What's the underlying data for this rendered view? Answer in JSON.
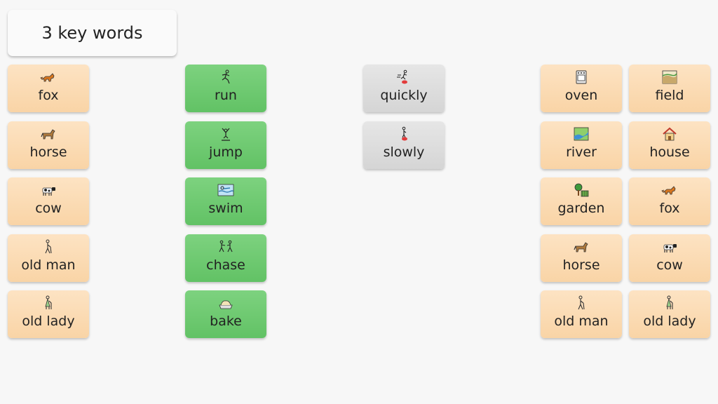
{
  "title": "3 key words",
  "colors": {
    "noun": "#f9d9b0",
    "verb": "#6cc56f",
    "adverb": "#dcdcdc"
  },
  "columns": {
    "who": [
      {
        "label": "fox",
        "icon": "fox-icon"
      },
      {
        "label": "horse",
        "icon": "horse-icon"
      },
      {
        "label": "cow",
        "icon": "cow-icon"
      },
      {
        "label": "old man",
        "icon": "old-man-icon"
      },
      {
        "label": "old lady",
        "icon": "old-lady-icon"
      }
    ],
    "action": [
      {
        "label": "run",
        "icon": "run-icon"
      },
      {
        "label": "jump",
        "icon": "jump-icon"
      },
      {
        "label": "swim",
        "icon": "swim-icon"
      },
      {
        "label": "chase",
        "icon": "chase-icon"
      },
      {
        "label": "bake",
        "icon": "bake-icon"
      }
    ],
    "how": [
      {
        "label": "quickly",
        "icon": "quickly-icon"
      },
      {
        "label": "slowly",
        "icon": "slowly-icon"
      }
    ],
    "where_what": [
      {
        "label": "oven",
        "icon": "oven-icon"
      },
      {
        "label": "field",
        "icon": "field-icon"
      },
      {
        "label": "river",
        "icon": "river-icon"
      },
      {
        "label": "house",
        "icon": "house-icon"
      },
      {
        "label": "garden",
        "icon": "garden-icon"
      },
      {
        "label": "fox",
        "icon": "fox-icon"
      },
      {
        "label": "horse",
        "icon": "horse-icon"
      },
      {
        "label": "cow",
        "icon": "cow-icon"
      },
      {
        "label": "old man",
        "icon": "old-man-icon"
      },
      {
        "label": "old lady",
        "icon": "old-lady-icon"
      }
    ]
  }
}
